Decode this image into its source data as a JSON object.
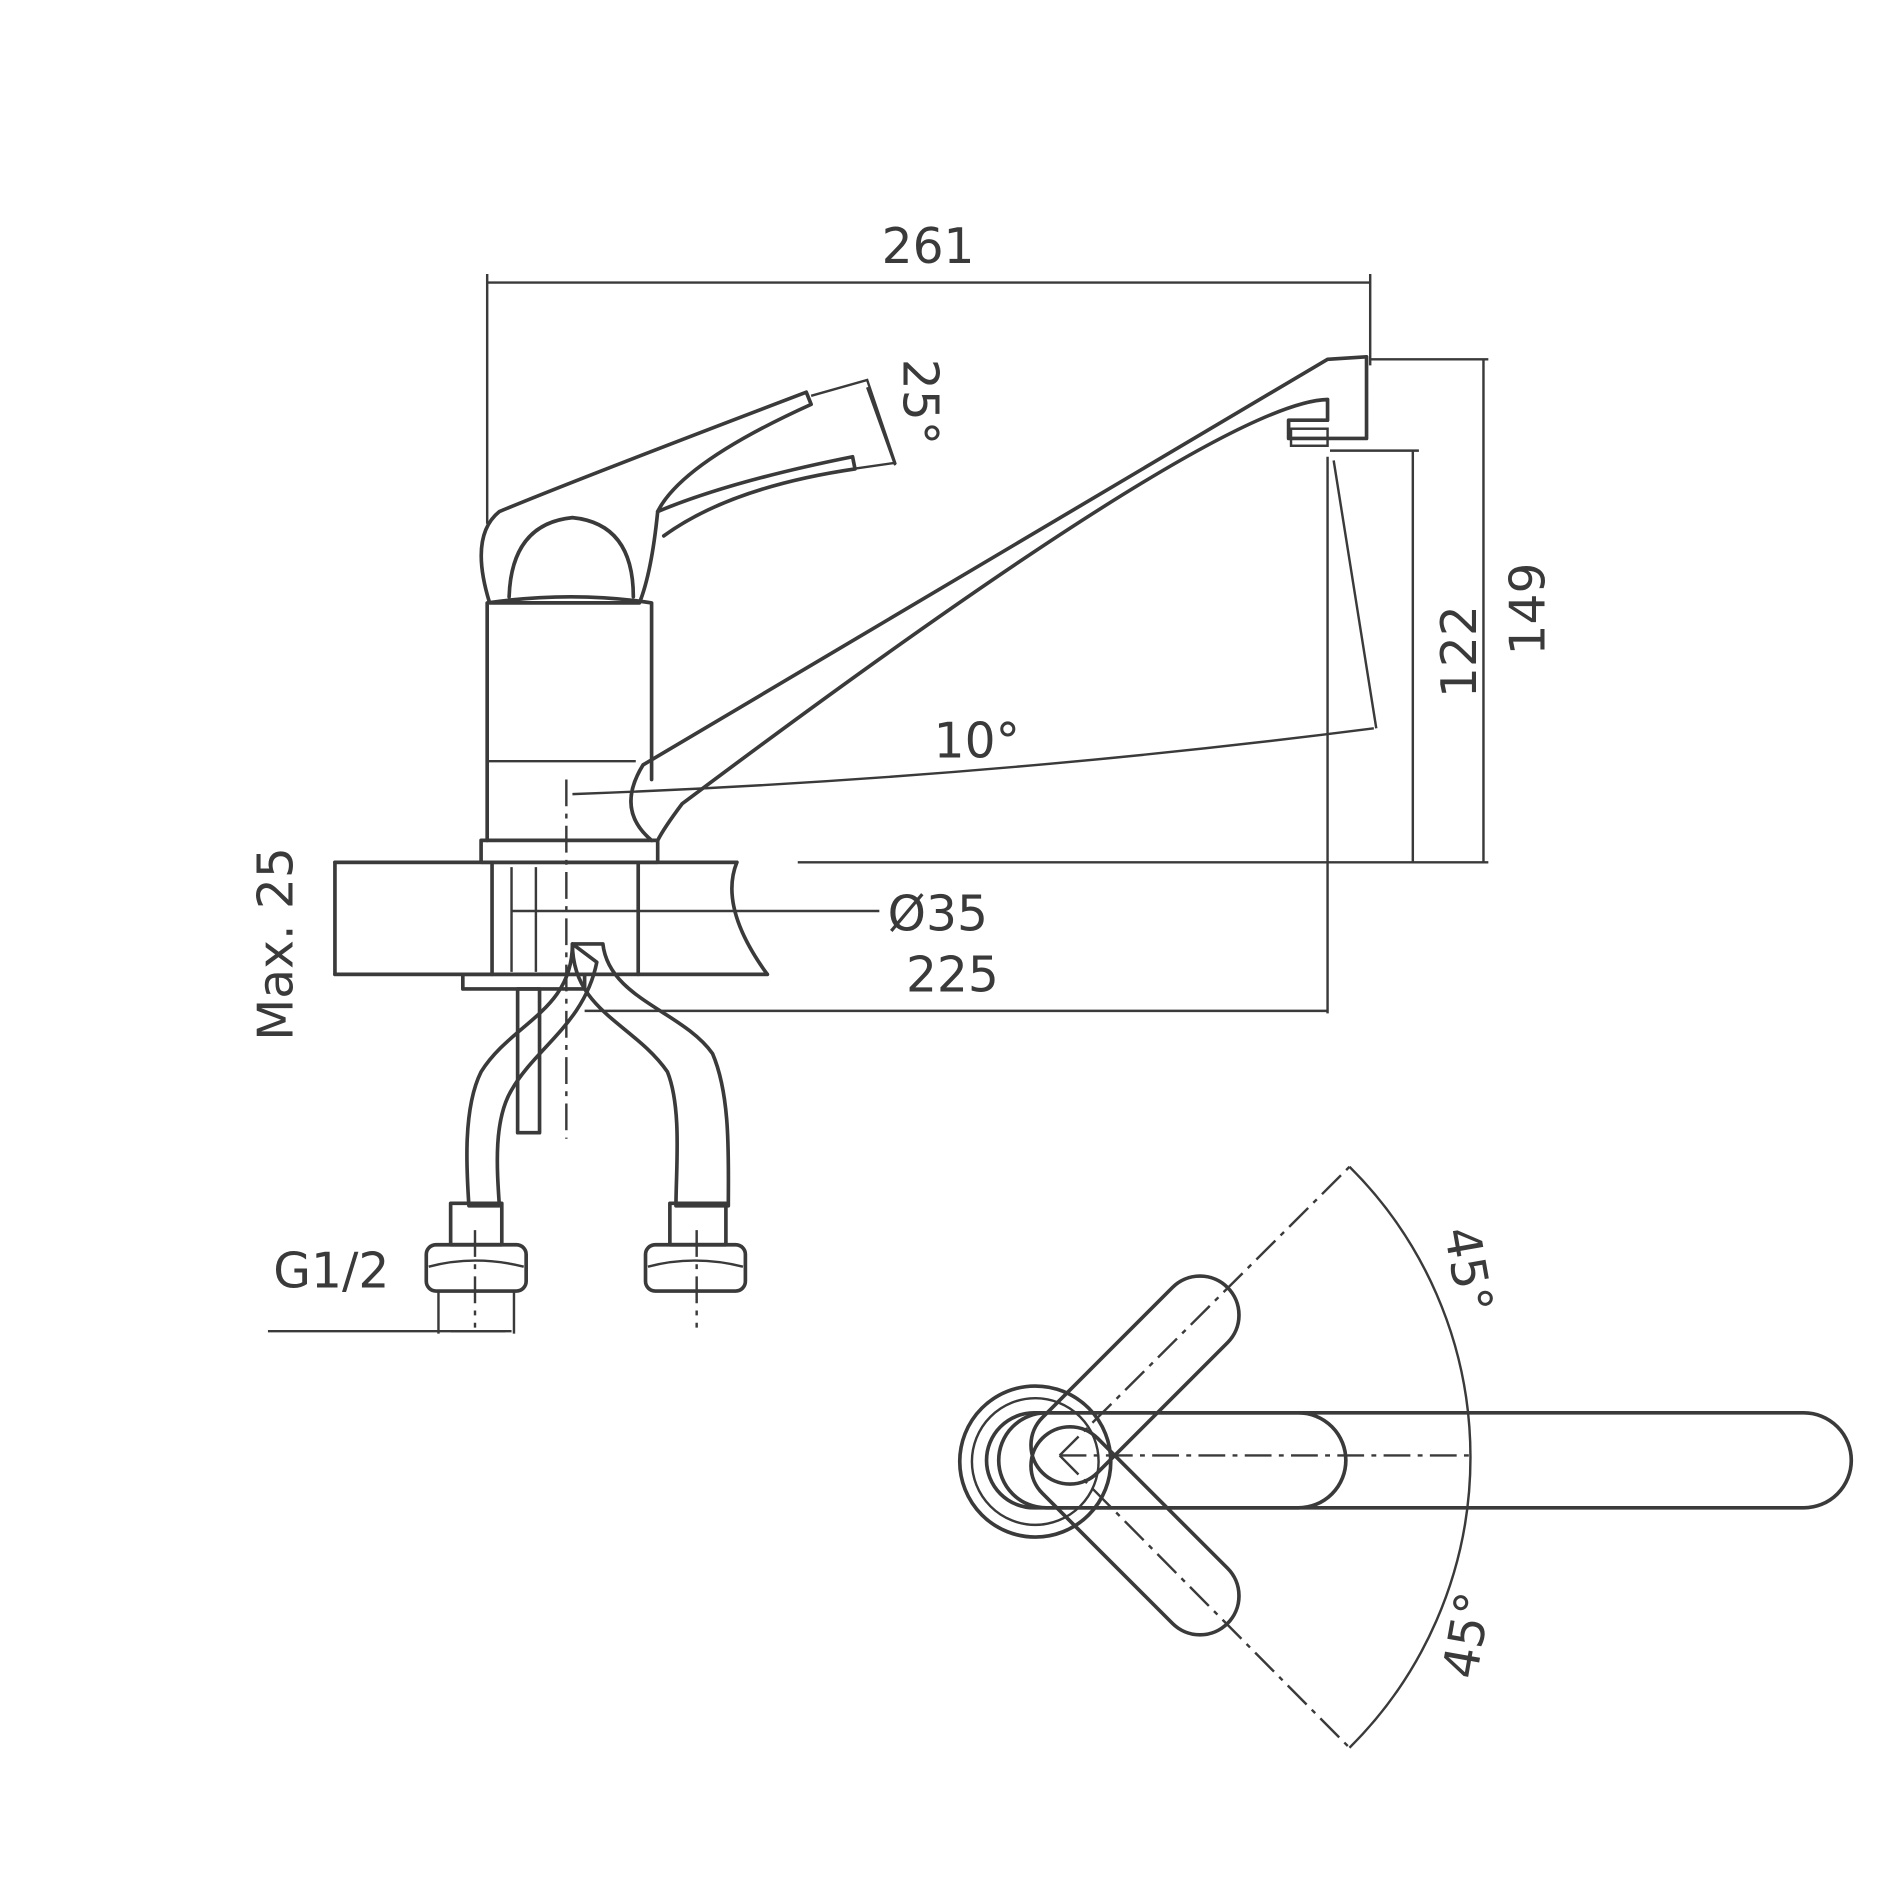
{
  "drawing": {
    "title": "Single-lever faucet dimension drawing",
    "dimensions": {
      "overall_length": "261",
      "handle_angle": "25°",
      "total_height": "149",
      "spout_height": "122",
      "spout_angle": "10°",
      "hole_diameter": "Ø35",
      "spout_reach": "225",
      "max_counter_thickness": "Max. 25",
      "connection_thread": "G1/2",
      "rotation_left": "45°",
      "rotation_right": "45°"
    },
    "line_color": "#3a3a3a"
  }
}
